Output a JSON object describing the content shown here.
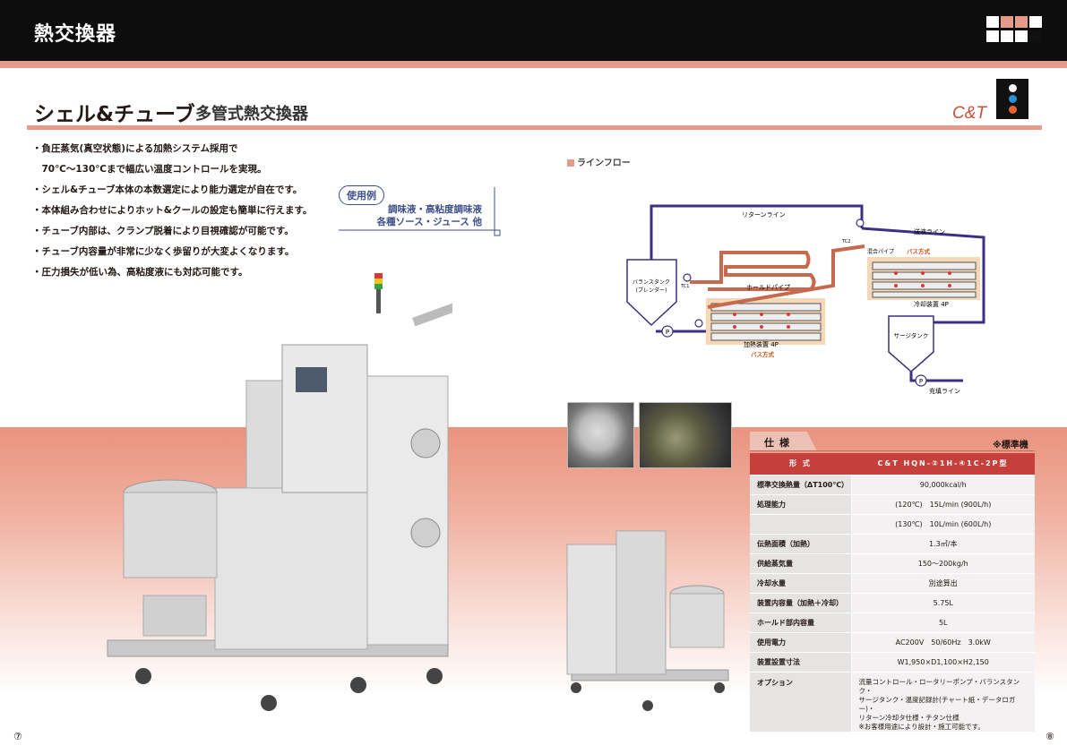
{
  "header": {
    "title": "熱交換器"
  },
  "product": {
    "title": "シェル&チューブ",
    "subtitle": "多管式熱交換器",
    "brand": "C&T"
  },
  "features": [
    "・負圧蒸気(真空状態)による加熱システム採用で",
    "　70℃～130℃まで幅広い温度コントロールを実現。",
    "・シェル&チューブ本体の本数選定により能力選定が自在です。",
    "・本体組み合わせによりホット&クールの設定も簡単に行えます。",
    "・チューブ内部は、クランプ脱着により目視確認が可能です。",
    "・チューブ内容量が非常に少なく歩留りが大変よくなります。",
    "・圧力損失が低い為、高粘度液にも対応可能です。"
  ],
  "usage": {
    "tag": "使用例",
    "line1": "調味液・高粘度調味液",
    "line2": "各種ソース・ジュース 他"
  },
  "lineflow": {
    "label": "ラインフロー",
    "return_line": "リターンライン",
    "feed_line": "送液ライン",
    "mixing_pipe": "混合パイプ",
    "bath_top": "バス方式",
    "cooler": "冷却装置 4P",
    "balance_tank_1": "バランスタンク",
    "balance_tank_2": "(ブレンダー)",
    "hold_pipe": "ホールドパイプ",
    "heater": "加熱装置 4P",
    "bath_bottom": "バス方式",
    "surge_tank": "サージタンク",
    "fill_line": "充填ライン",
    "tc1": "TC1",
    "tc2": "TC2",
    "pump": "P"
  },
  "spec": {
    "tab": "仕様",
    "note": "※標準機",
    "header_key": "形 式",
    "header_val": "C&T HQN-②1H-④1C-2P型",
    "rows": [
      {
        "k": "標準交換熱量（ΔT100℃）",
        "v": "90,000kcal/h"
      },
      {
        "k": "処理能力",
        "v": "(120℃)　15L/min (900L/h)"
      },
      {
        "k": "",
        "v": "(130℃)　10L/min (600L/h)"
      },
      {
        "k": "伝熱面積（加熱）",
        "v": "1.3㎡/本"
      },
      {
        "k": "供給蒸気量",
        "v": "150～200kg/h"
      },
      {
        "k": "冷却水量",
        "v": "別途算出"
      },
      {
        "k": "装置内容量（加熱＋冷却）",
        "v": "5.75L"
      },
      {
        "k": "ホールド部内容量",
        "v": "5L"
      },
      {
        "k": "使用電力",
        "v": "AC200V　50/60Hz　3.0kW"
      },
      {
        "k": "装置設置寸法",
        "v": "W1,950×D1,100×H2,150"
      }
    ],
    "option_key": "オプション",
    "option_lines": [
      "流量コントロール・ロータリーポンプ・バランスタンク・",
      "サージタンク・温度記録計(チャート紙・データロガー)・",
      "リターン冷却タ仕様・チタン仕様",
      "※お客様用途により設計・施工可能です。"
    ]
  },
  "pages": {
    "left": "⑦",
    "right": "⑧"
  }
}
